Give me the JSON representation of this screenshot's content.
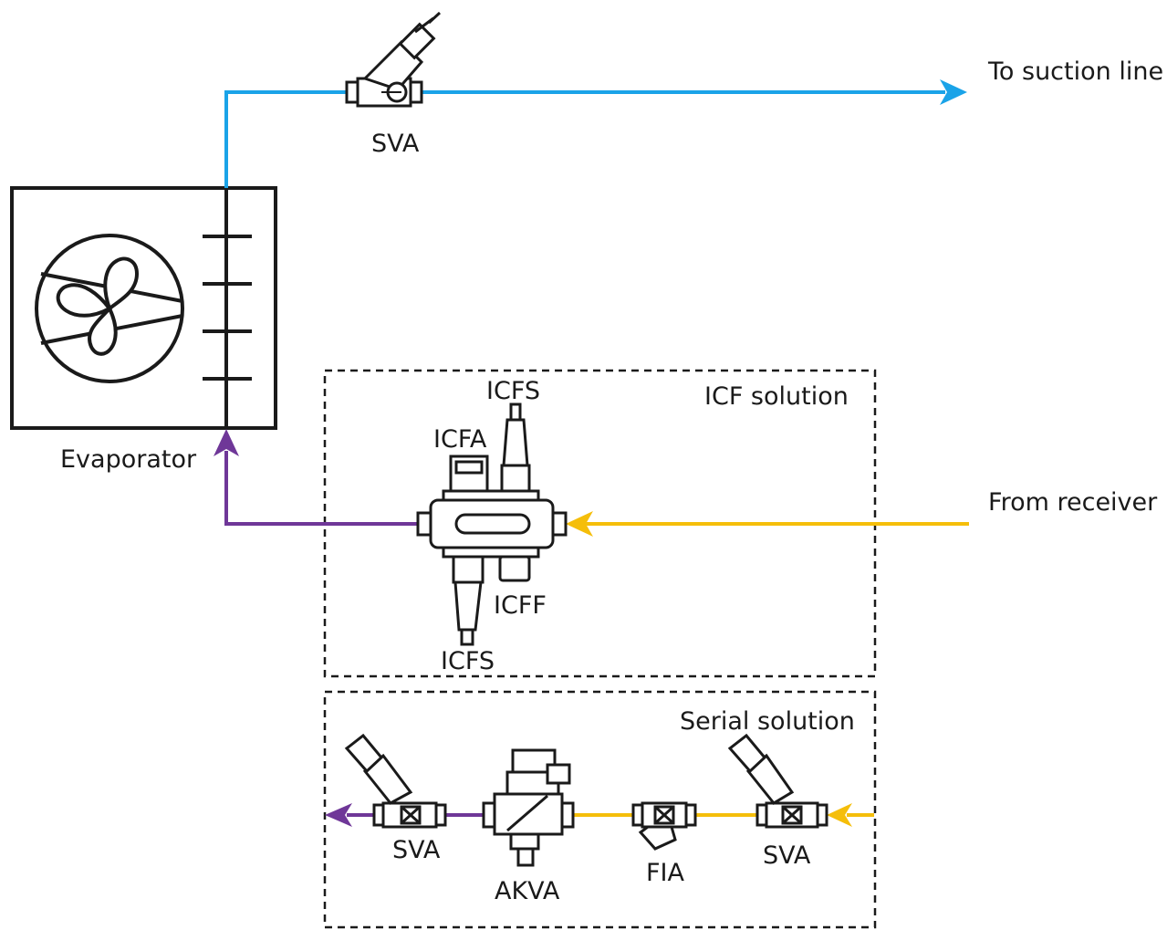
{
  "labels": {
    "to_suction_line": "To suction line",
    "from_receiver": "From receiver",
    "evaporator": "Evaporator",
    "sva_top": "SVA",
    "icfs_top": "ICFS",
    "icfa": "ICFA",
    "icff": "ICFF",
    "icfs_bottom": "ICFS",
    "icf_solution": "ICF solution",
    "serial_solution": "Serial solution",
    "sva_left": "SVA",
    "akva": "AKVA",
    "fia": "FIA",
    "sva_right": "SVA"
  },
  "colors": {
    "suction_line": "#1AA3E8",
    "liquid_line": "#F5BE0A",
    "expanded_line": "#6F3798",
    "outline": "#1a1a1a"
  },
  "icons": {
    "fan": "fan-icon",
    "valve": "valve-icon",
    "filter": "filter-icon",
    "solenoid": "solenoid-valve-icon"
  }
}
